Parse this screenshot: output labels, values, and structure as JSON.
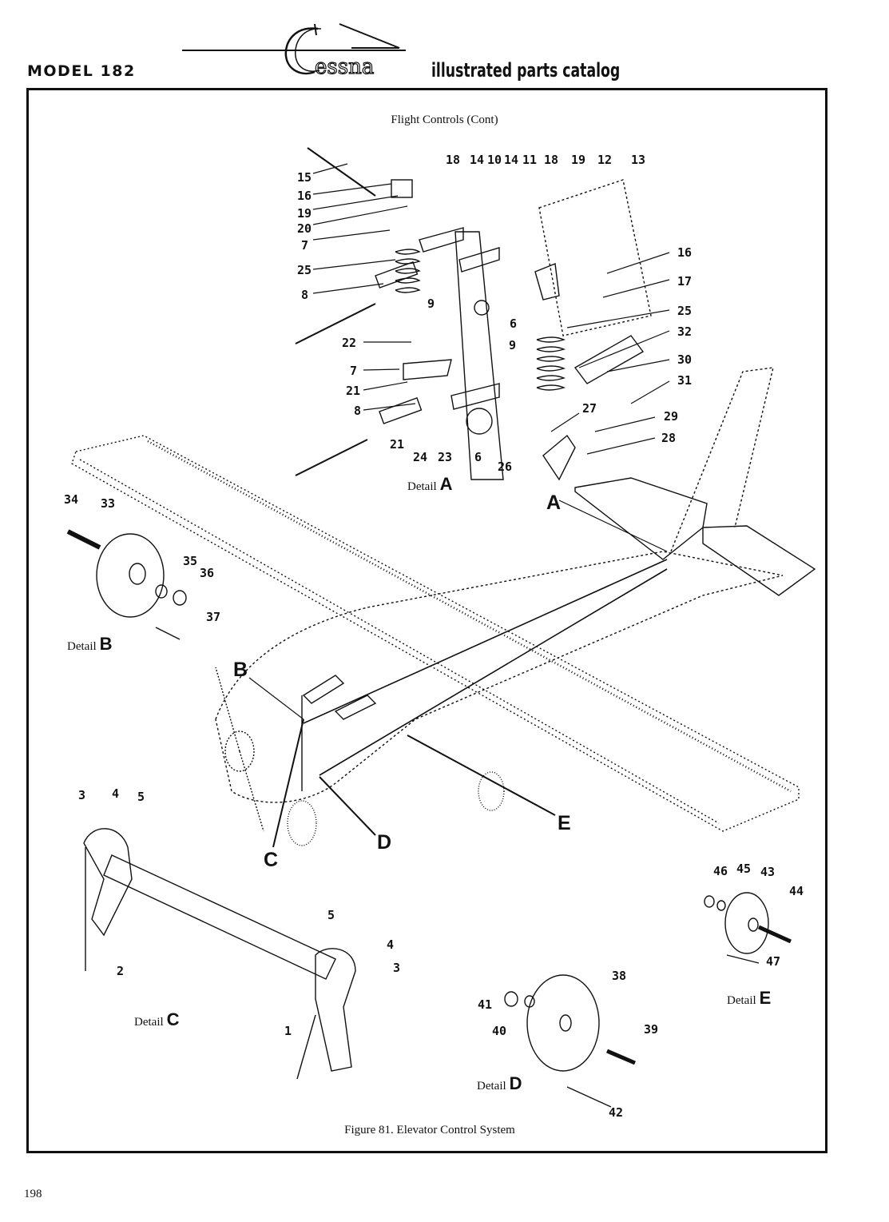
{
  "header": {
    "model": "MODEL 182",
    "brand": "Cessna",
    "catalog": "illustrated parts catalog"
  },
  "figure": {
    "title": "Flight Controls (Cont)",
    "caption": "Figure 81.  Elevator Control System"
  },
  "details": {
    "A": {
      "label": "Detail",
      "letter": "A"
    },
    "B": {
      "label": "Detail",
      "letter": "B"
    },
    "C": {
      "label": "Detail",
      "letter": "C"
    },
    "D": {
      "label": "Detail",
      "letter": "D"
    },
    "E": {
      "label": "Detail",
      "letter": "E"
    }
  },
  "callouts": {
    "A": "A",
    "B": "B",
    "C": "C",
    "D": "D",
    "E": "E"
  },
  "parts": {
    "p1": "1",
    "p2": "2",
    "p3": "3",
    "p4": "4",
    "p5": "5",
    "p6": "6",
    "p7": "7",
    "p8": "8",
    "p9": "9",
    "p10": "10",
    "p11": "11",
    "p12": "12",
    "p13": "13",
    "p14": "14",
    "p15": "15",
    "p16": "16",
    "p17": "17",
    "p18": "18",
    "p19": "19",
    "p20": "20",
    "p21": "21",
    "p22": "22",
    "p23": "23",
    "p24": "24",
    "p25": "25",
    "p26": "26",
    "p27": "27",
    "p28": "28",
    "p29": "29",
    "p30": "30",
    "p31": "31",
    "p32": "32",
    "p33": "33",
    "p34": "34",
    "p35": "35",
    "p36": "36",
    "p37": "37",
    "p38": "38",
    "p39": "39",
    "p40": "40",
    "p41": "41",
    "p42": "42",
    "p43": "43",
    "p44": "44",
    "p45": "45",
    "p46": "46",
    "p47": "47"
  },
  "page_number": "198"
}
